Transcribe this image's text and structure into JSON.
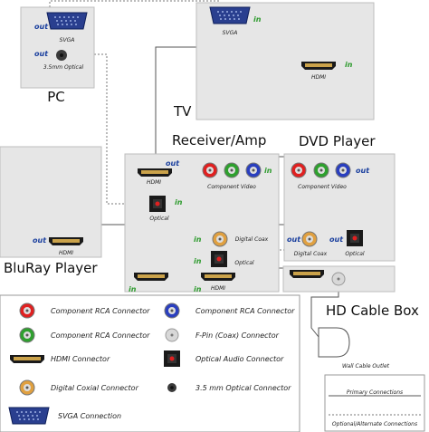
{
  "devices": {
    "pc": {
      "title": "PC",
      "svga": "SVGA",
      "optical": "3.5mm Optical",
      "out1": "out",
      "out2": "out"
    },
    "tv": {
      "title": "TV",
      "svga": "SVGA",
      "hdmi": "HDMI",
      "in1": "in",
      "in2": "in"
    },
    "receiver": {
      "title": "Receiver/Amp",
      "hdmi_top": "HDMI",
      "out_top": "out",
      "component": "Component Video",
      "in_comp": "in",
      "optical": "Optical",
      "in_opt": "in",
      "digital_coax": "Digital Coax",
      "in_coax": "in",
      "optical2": "Optical",
      "hdmi_in": "HDMI",
      "in_h1": "in",
      "in_h2": "in"
    },
    "dvd": {
      "title": "DVD Player",
      "component": "Component Video",
      "out_comp": "out",
      "digital_coax": "Digital Coax",
      "out_coax": "out",
      "optical": "Optical",
      "out_opt": "out"
    },
    "bluray": {
      "title": "BluRay Player",
      "hdmi": "HDMI",
      "out": "out"
    },
    "cablebox": {
      "title": "HD Cable Box",
      "outlet": "Wall Cable Outlet"
    }
  },
  "legend": {
    "items": [
      {
        "label": "Component RCA Connector",
        "icon": "rca-red-icon"
      },
      {
        "label": "Component RCA Connector",
        "icon": "rca-blue-icon"
      },
      {
        "label": "Component RCA Connector",
        "icon": "rca-green-icon"
      },
      {
        "label": "F-Pin (Coax) Connector",
        "icon": "f-pin-icon"
      },
      {
        "label": "HDMI Connector",
        "icon": "hdmi-icon"
      },
      {
        "label": "Optical Audio Connector",
        "icon": "optical-icon"
      },
      {
        "label": "Digital Coxial Connector",
        "icon": "coax-orange-icon"
      },
      {
        "label": "3.5 mm Optical Connector",
        "icon": "optical-35-icon"
      },
      {
        "label": "SVGA Connection",
        "icon": "svga-icon"
      }
    ],
    "primary": "Primary Connections",
    "optional": "Optional/Alternate Connections"
  },
  "colors": {
    "in": "#2e9b2e",
    "out": "#1a3f9e",
    "device": "#e6e6e6"
  }
}
